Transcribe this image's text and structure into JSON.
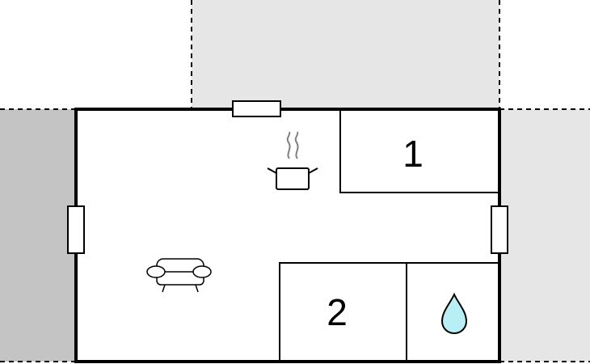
{
  "floorplan": {
    "rooms": [
      {
        "id": "bedroom-1",
        "label": "1"
      },
      {
        "id": "bedroom-2",
        "label": "2"
      }
    ],
    "icons": {
      "kitchen": "cooking-pot-icon",
      "living": "sofa-icon",
      "bathroom": "water-drop-icon"
    },
    "colors": {
      "terrace_light": "#e6e6e6",
      "terrace_dark": "#c4c4c4",
      "wall": "#000000",
      "water_drop": "#b8eef5",
      "steam": "#808080"
    }
  }
}
